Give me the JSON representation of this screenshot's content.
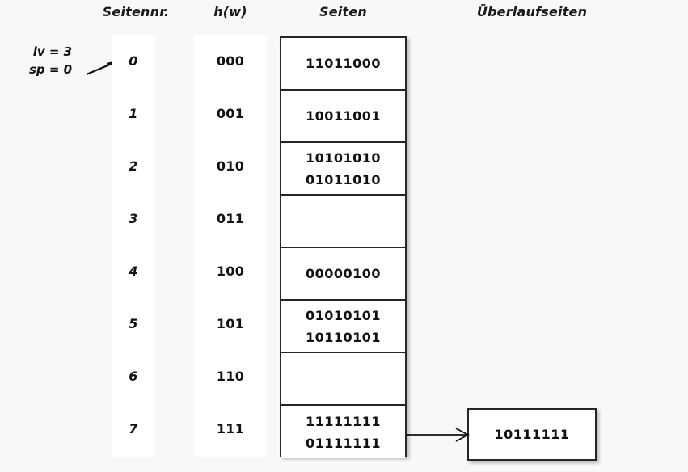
{
  "headers": {
    "seitennr": "Seitennr.",
    "hw": "h(w)",
    "seiten": "Seiten",
    "ueberlaufseiten": "Überlaufseiten"
  },
  "annotation": {
    "lv": "lv = 3",
    "sp": "sp = 0",
    "pointer_icon": "diagonal-arrow-icon",
    "points_to_row": 0
  },
  "colors": {
    "background": "#f8f8f8",
    "band": "#ffffff",
    "border": "#262626",
    "text": "#111111"
  },
  "rows": [
    {
      "seitennr": "0",
      "hw": "000",
      "records": [
        "11011000"
      ]
    },
    {
      "seitennr": "1",
      "hw": "001",
      "records": [
        "10011001"
      ]
    },
    {
      "seitennr": "2",
      "hw": "010",
      "records": [
        "10101010",
        "01011010"
      ]
    },
    {
      "seitennr": "3",
      "hw": "011",
      "records": []
    },
    {
      "seitennr": "4",
      "hw": "100",
      "records": [
        "00000100"
      ]
    },
    {
      "seitennr": "5",
      "hw": "101",
      "records": [
        "01010101",
        "10110101"
      ]
    },
    {
      "seitennr": "6",
      "hw": "110",
      "records": []
    },
    {
      "seitennr": "7",
      "hw": "111",
      "records": [
        "11111111",
        "01111111"
      ]
    }
  ],
  "overflow": {
    "from_row": 7,
    "records": [
      "10111111"
    ],
    "arrow_icon": "right-arrow-icon"
  }
}
